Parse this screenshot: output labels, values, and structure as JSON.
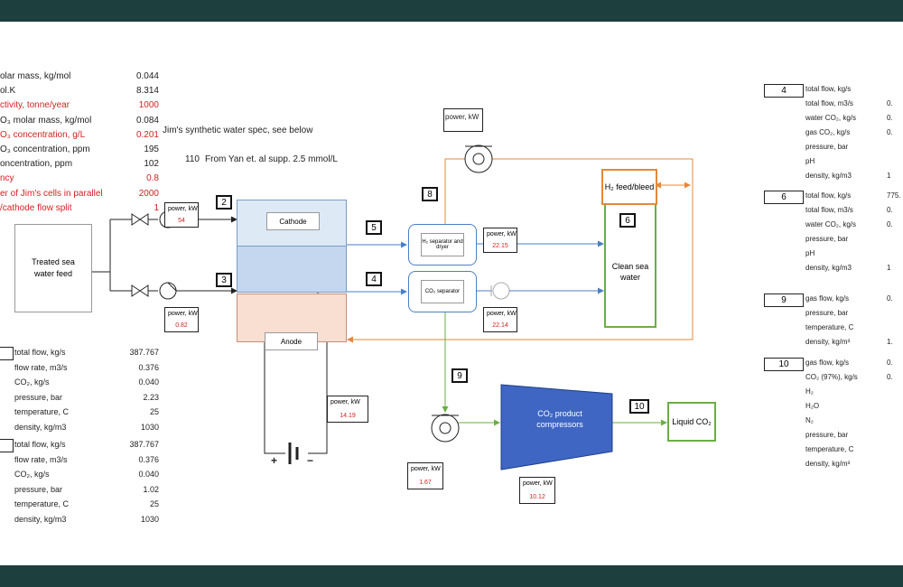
{
  "params": [
    {
      "label": "olar mass, kg/mol",
      "value": "0.044",
      "red": false
    },
    {
      "label": "ol.K",
      "value": "8.314",
      "red": false
    },
    {
      "label": "ctivity, tonne/year",
      "value": "1000",
      "red": true
    },
    {
      "label": "O₃ molar mass, kg/mol",
      "value": "0.084",
      "red": false
    },
    {
      "label": "O₃ concentration, g/L",
      "value": "0.201",
      "red": true
    },
    {
      "label": "O₃ concentration, ppm",
      "value": "195",
      "red": false
    },
    {
      "label": "oncentration, ppm",
      "value": "102",
      "red": false
    },
    {
      "label": "ncy",
      "value": "0.8",
      "red": true
    },
    {
      "label": "er of Jim's cells in parallel",
      "value": "2000",
      "red": true
    },
    {
      "label": "/cathode flow split",
      "value": "1",
      "red": true
    }
  ],
  "param_notes": {
    "synthetic": "Jim's synthetic water spec, see below",
    "yan_value": "110",
    "yan_note": "From Yan et. al supp. 2.5 mmol/L"
  },
  "left_tables": [
    {
      "rows": [
        {
          "label": "total flow, kg/s",
          "value": "387.767"
        },
        {
          "label": "flow rate, m3/s",
          "value": "0.376"
        },
        {
          "label": "CO₂, kg/s",
          "value": "0.040"
        },
        {
          "label": "pressure, bar",
          "value": "2.23"
        },
        {
          "label": "temperature, C",
          "value": "25"
        },
        {
          "label": "density, kg/m3",
          "value": "1030"
        }
      ]
    },
    {
      "rows": [
        {
          "label": "total flow, kg/s",
          "value": "387.767"
        },
        {
          "label": "flow rate, m3/s",
          "value": "0.376"
        },
        {
          "label": "CO₂, kg/s",
          "value": "0.040"
        },
        {
          "label": "pressure, bar",
          "value": "1.02"
        },
        {
          "label": "temperature, C",
          "value": "25"
        },
        {
          "label": "density, kg/m3",
          "value": "1030"
        }
      ]
    }
  ],
  "right_tables": [
    {
      "id": "4",
      "rows": [
        {
          "label": "total flow, kg/s",
          "value": ""
        },
        {
          "label": "total flow, m3/s",
          "value": "0."
        },
        {
          "label": "water CO₂, kg/s",
          "value": "0."
        },
        {
          "label": "gas CO₂, kg/s",
          "value": "0."
        },
        {
          "label": "pressure, bar",
          "value": ""
        },
        {
          "label": "pH",
          "value": ""
        },
        {
          "label": "density, kg/m3",
          "value": "1"
        }
      ]
    },
    {
      "id": "6",
      "rows": [
        {
          "label": "total flow, kg/s",
          "value": "775."
        },
        {
          "label": "total flow, m3/s",
          "value": "0."
        },
        {
          "label": "water CO₂, kg/s",
          "value": "0."
        },
        {
          "label": "pressure, bar",
          "value": ""
        },
        {
          "label": "pH",
          "value": ""
        },
        {
          "label": "density, kg/m3",
          "value": "1"
        }
      ]
    },
    {
      "id": "9",
      "rows": [
        {
          "label": "gas flow, kg/s",
          "value": "0."
        },
        {
          "label": "pressure, bar",
          "value": ""
        },
        {
          "label": "temperature, C",
          "value": ""
        },
        {
          "label": "density, kg/m³",
          "value": "1."
        }
      ]
    },
    {
      "id": "10",
      "rows": [
        {
          "label": "gas flow, kg/s",
          "value": "0."
        },
        {
          "label": "CO₂ (97%), kg/s",
          "value": "0."
        },
        {
          "label": "H₂",
          "value": ""
        },
        {
          "label": "H₂O",
          "value": ""
        },
        {
          "label": "N₂",
          "value": ""
        },
        {
          "label": "pressure, bar",
          "value": ""
        },
        {
          "label": "temperature, C",
          "value": ""
        },
        {
          "label": "density, kg/m³",
          "value": ""
        }
      ]
    }
  ],
  "diagram": {
    "feed": "Treated sea water feed",
    "cathode": "Cathode",
    "anode": "Anode",
    "h2_sep": "H₂ separator and dryer",
    "co2_sep": "CO₂ separator",
    "clean": "Clean sea water",
    "h2_feed": "H₂ feed/bleed",
    "compressors": "CO₂ product compressors",
    "liquid": "Liquid CO₂",
    "stream_labels": [
      "2",
      "3",
      "4",
      "5",
      "6",
      "8",
      "9",
      "10"
    ],
    "power_label": "power, kW",
    "powers": {
      "pump_cathode": "54",
      "pump_anode": "0.82",
      "h2_pump": "22.15",
      "co2_pump": "22.14",
      "cell": "14.19",
      "vac9": "1.67",
      "compressor": "10.12"
    }
  },
  "colors": {
    "frame": "#1d3f3d",
    "cathode": "#dde9f5",
    "cathode_low": "#c4d7ee",
    "anode": "#f9dfd2",
    "green": "#6aae45",
    "orange": "#e6883a",
    "blue_flow": "#4a7fc8",
    "compressor": "#3e66c2",
    "red_value": "#d42020"
  }
}
